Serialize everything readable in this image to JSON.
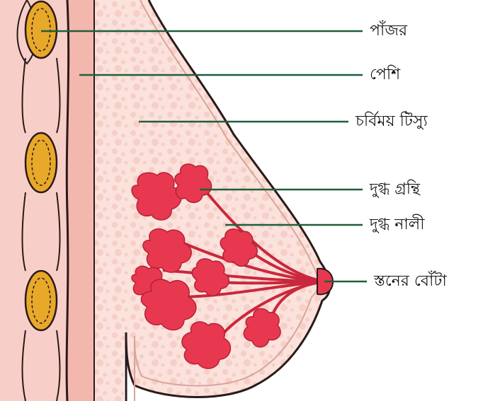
{
  "labels": {
    "rib": "পাঁজর",
    "muscle": "পেশি",
    "fatty_tissue": "চর্বিময় টিস্যু",
    "milk_gland": "দুগ্ধ গ্রন্থি",
    "milk_duct": "দুগ্ধ নালী",
    "nipple": "স্তনের বোঁটা"
  },
  "colors": {
    "leader_line": "#1f5f3a",
    "outline": "#2a1a1a",
    "skin": "#f7cfc8",
    "tissue": "#fbe5df",
    "rib": "#e8a82a",
    "gland": "#e8384f"
  }
}
